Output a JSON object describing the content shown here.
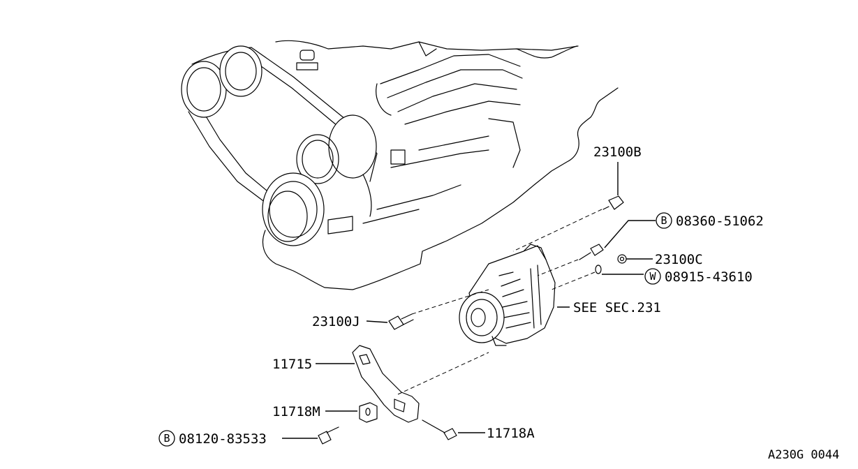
{
  "diagram": {
    "parts": {
      "p23100B": "23100B",
      "p08360": "08360-51062",
      "p08360_prefix": "B",
      "p23100C": "23100C",
      "p08915": "08915-43610",
      "p08915_prefix": "W",
      "see_sec": "SEE SEC.231",
      "p23100J": "23100J",
      "p11715": "11715",
      "p11718M": "11718M",
      "p08120": "08120-83533",
      "p08120_prefix": "B",
      "p11718A": "11718A"
    },
    "figure_code": "A230G 0044"
  }
}
